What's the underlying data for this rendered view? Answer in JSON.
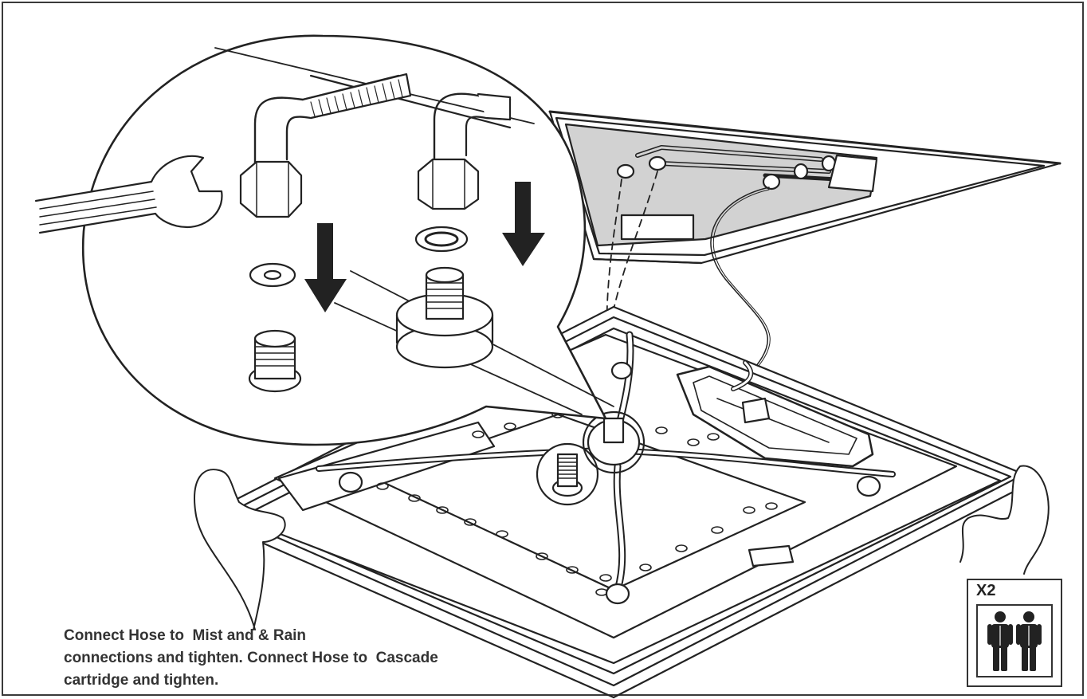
{
  "instruction": {
    "line1": "Connect Hose to  Mist and & Rain",
    "line2": "connections and tighten. Connect Hose to  Cascade",
    "line3": "cartridge and tighten."
  },
  "people_badge": {
    "count": "X2",
    "icon": "two-persons-icon"
  },
  "colors": {
    "stroke": "#222222",
    "ceiling_fill": "#d2d2d2",
    "background": "#ffffff"
  }
}
